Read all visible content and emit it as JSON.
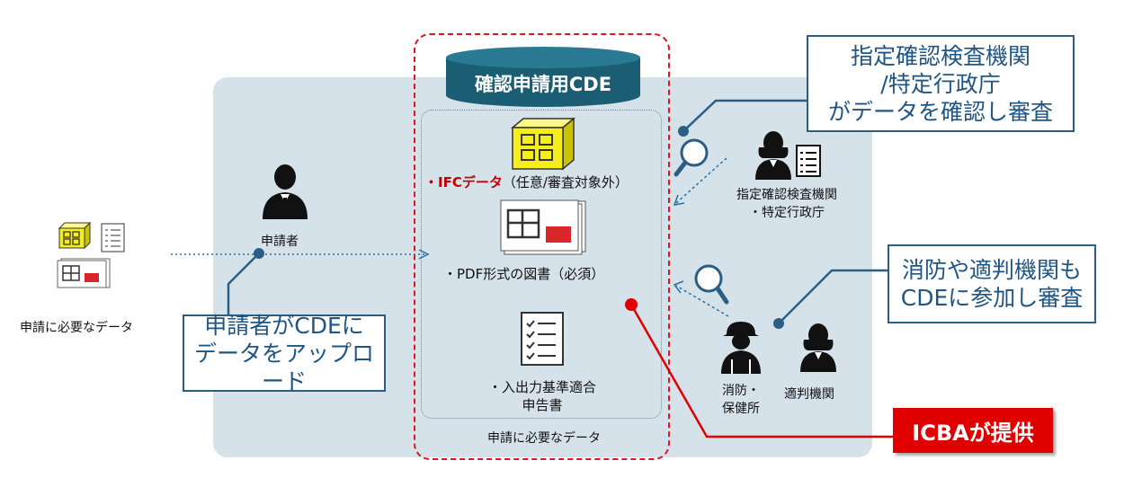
{
  "cde_title": "確認申請用CDE",
  "applicant": {
    "label": "申請者",
    "data_label": "申請に必要なデータ"
  },
  "contents": {
    "ifc_prefix": "・",
    "ifc_label": "IFCデータ",
    "ifc_note": "（任意/審査対象外）",
    "pdf_label": "・PDF形式の図書（必須）",
    "form_line1": "・入出力基準適合",
    "form_line2": "申告書",
    "bottom_label": "申請に必要なデータ"
  },
  "reviewer": {
    "line1": "指定確認検査機関",
    "line2": "・特定行政庁"
  },
  "fire": {
    "line1": "消防・",
    "line2": "保健所"
  },
  "tekihan": "適判機関",
  "callouts": {
    "upload": [
      "申請者がCDEに",
      "データをアップロード"
    ],
    "review": [
      "指定確認検査機関",
      "/特定行政庁",
      "がデータを確認し審査"
    ],
    "fire": [
      "消防や適判機関も",
      "CDEに参加し審査"
    ]
  },
  "icba": "ICBAが提供",
  "colors": {
    "panel": "#d6e2ea",
    "accent_blue": "#1f5582",
    "red": "#e4141c",
    "cylinder": "#1b5d73",
    "ifc_yellow": "#f5ee1c"
  },
  "icons": [
    "person-icon",
    "cube-icon",
    "checklist-icon",
    "drawing-icon",
    "magnifier-icon",
    "firefighter-icon"
  ]
}
